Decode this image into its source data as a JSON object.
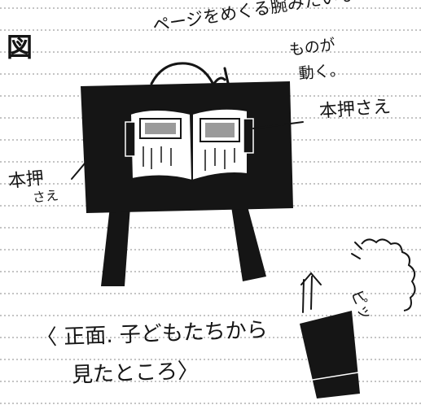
{
  "figure_mark": "図",
  "top_note": {
    "line1": "ページをめくる腕みたいな",
    "line2": "ものが",
    "line3": "動く。"
  },
  "label_right": "本押さえ",
  "label_left": {
    "line1": "本押",
    "line2": "さえ"
  },
  "caption": {
    "line1": "〈 正面. 子どもたちから",
    "line2": "見たところ〉"
  },
  "sound_effect": "ピッ",
  "colors": {
    "ink": "#151515",
    "paper": "#ffffff",
    "rule_line": "#8a8a8a"
  }
}
